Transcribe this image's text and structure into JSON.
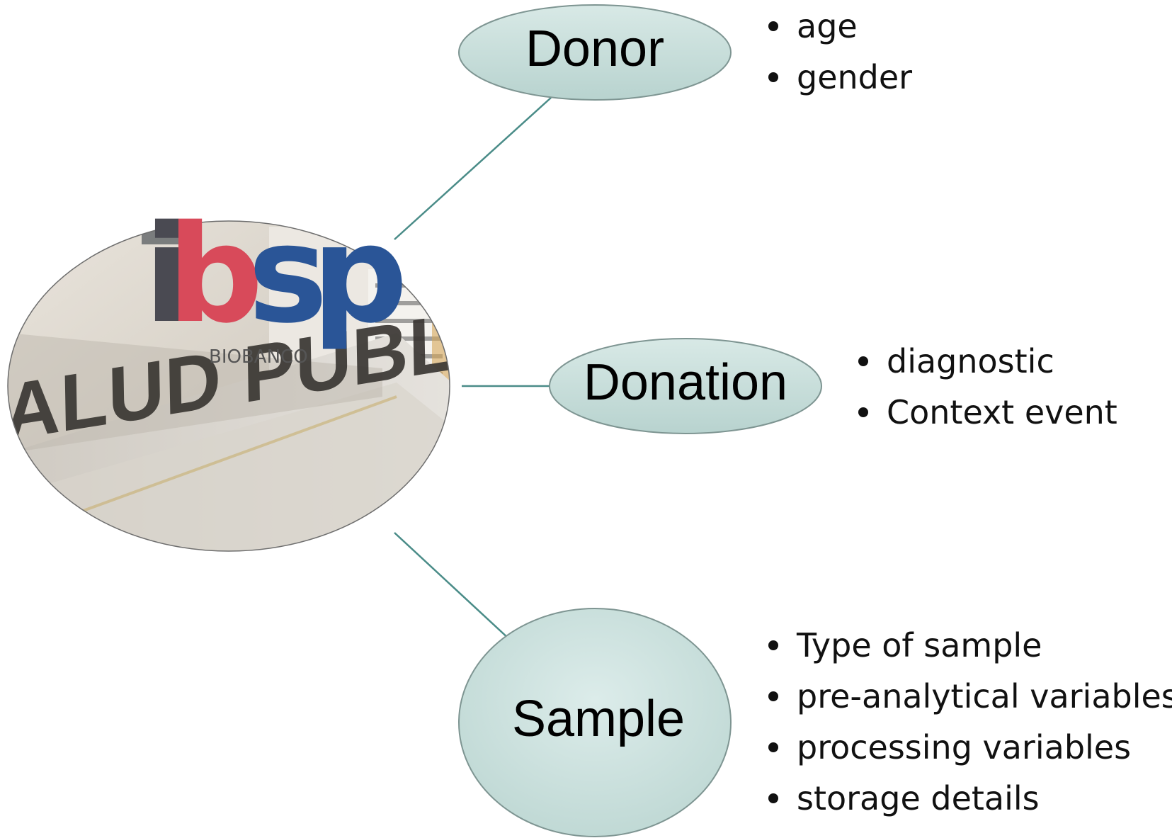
{
  "logo": {
    "letters": [
      "i",
      "b",
      "s",
      "p"
    ],
    "subtitle": "BIOBANCO",
    "sign_text": "SALUD PUBLICA",
    "colors": {
      "i": "#4a4a52",
      "b": "#d84a5a",
      "s": "#2a5597",
      "p": "#2a5597"
    }
  },
  "nodes": {
    "donor": {
      "label": "Donor",
      "items": [
        "age",
        "gender"
      ]
    },
    "donation": {
      "label": "Donation",
      "items": [
        "diagnostic",
        "Context event"
      ]
    },
    "sample": {
      "label": "Sample",
      "items": [
        "Type of sample",
        "pre-analytical variables",
        "processing variables",
        "storage details"
      ]
    }
  },
  "colors": {
    "node_fill": "#c4dcd8",
    "node_stroke": "#7e9592",
    "connector": "#4a8c88"
  }
}
